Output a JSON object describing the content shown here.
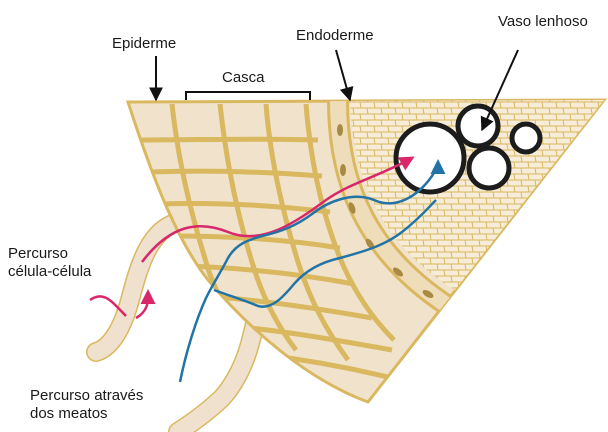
{
  "labels": {
    "epiderme": "Epiderme",
    "casca": "Casca",
    "endoderme": "Endoderme",
    "vaso": "Vaso lenhoso",
    "percurso_celula_1": "Percurso",
    "percurso_celula_2": "célula-célula",
    "percurso_meatos_1": "Percurso através",
    "percurso_meatos_2": "dos meatos"
  },
  "colors": {
    "cell_fill": "#f1e3cb",
    "cell_wall": "#d9b860",
    "stele_fill": "#f7ecd7",
    "root_hair": "#efe1cd",
    "symplast_path": "#d8276b",
    "apoplast_path": "#2274a6",
    "vessel_wall": "#1c1c1c"
  }
}
